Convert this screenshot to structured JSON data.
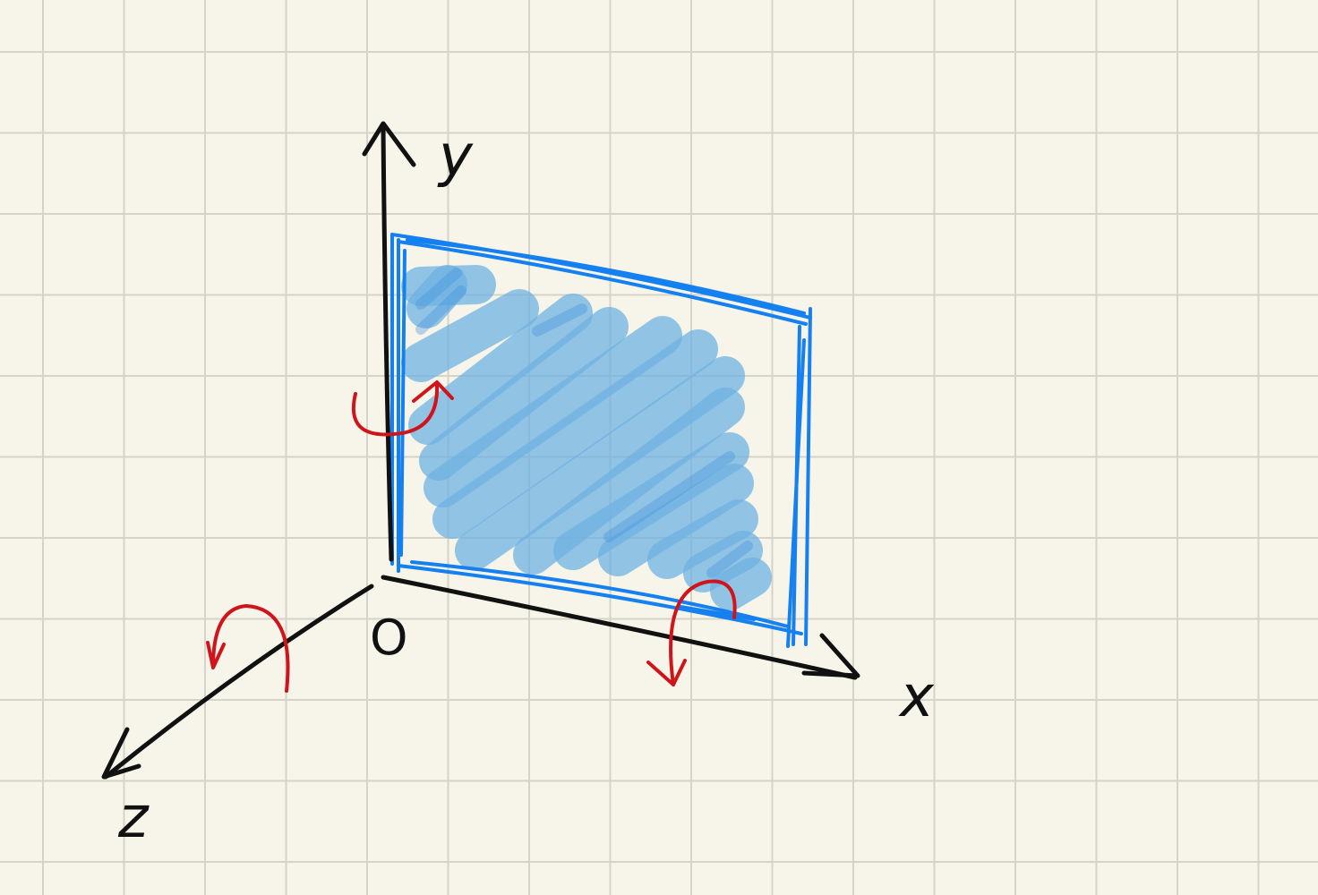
{
  "axes": {
    "x_label": "x",
    "y_label": "y",
    "z_label": "z",
    "origin_label": "O"
  },
  "colors": {
    "paper": "#f7f5ea",
    "grid": "#d6d4c8",
    "ink": "#111111",
    "plane_outline": "#1580f0",
    "plane_fill": "#6fb2e2",
    "rotation_arrows": "#d0141c"
  },
  "grid": true
}
